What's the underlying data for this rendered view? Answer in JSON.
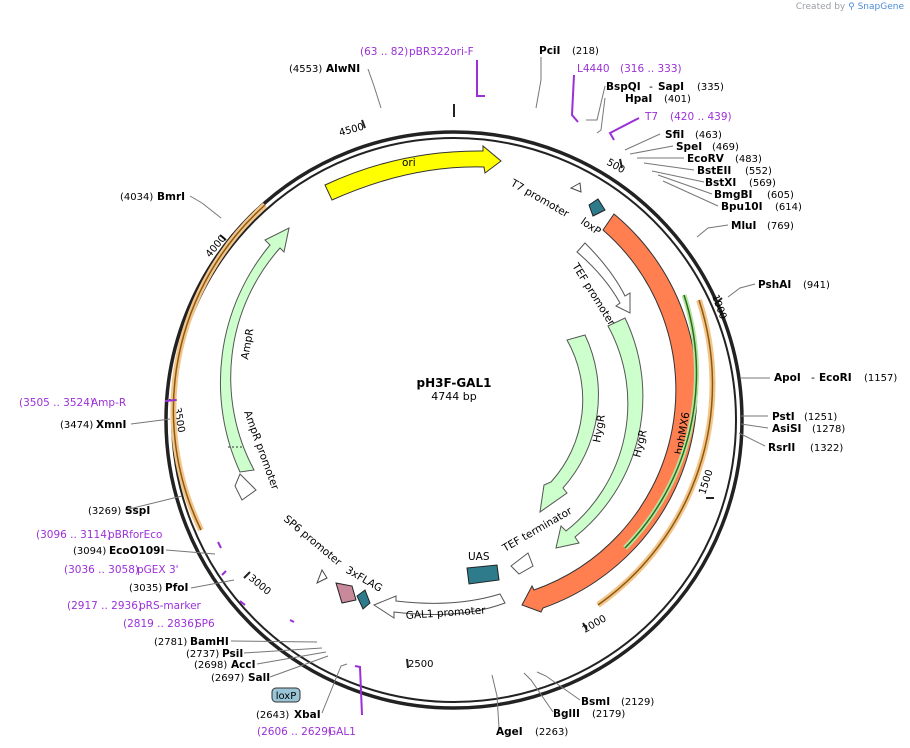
{
  "credit": {
    "prefix": "Created by",
    "brand": "SnapGene"
  },
  "plasmid": {
    "name": "pH3F-GAL1",
    "length": "4744 bp",
    "total_bp": 4744
  },
  "colors": {
    "ori": "#ffff00",
    "hph": "#ff7f50",
    "green_arrow": "#ccffcc",
    "teal": "#2e7b8c",
    "pink": "#c8899a",
    "orange_line": "#c8860a",
    "primer": "#9b30d9"
  },
  "ticks": [
    "500",
    "1000",
    "1500",
    "2000",
    "2500",
    "3000",
    "3500",
    "4000",
    "4500"
  ],
  "enzymes": [
    {
      "name": "PciI",
      "pos": "(218)"
    },
    {
      "name": "BspQI",
      "name2": "SapI",
      "pos": "(335)"
    },
    {
      "name": "HpaI",
      "pos": "(401)"
    },
    {
      "name": "SfiI",
      "pos": "(463)"
    },
    {
      "name": "SpeI",
      "pos": "(469)"
    },
    {
      "name": "EcoRV",
      "pos": "(483)"
    },
    {
      "name": "BstEII",
      "pos": "(552)"
    },
    {
      "name": "BstXI",
      "pos": "(569)"
    },
    {
      "name": "BmgBI",
      "pos": "(605)"
    },
    {
      "name": "Bpu10I",
      "pos": "(614)"
    },
    {
      "name": "MluI",
      "pos": "(769)"
    },
    {
      "name": "PshAI",
      "pos": "(941)"
    },
    {
      "name": "ApoI",
      "name2": "EcoRI",
      "pos": "(1157)"
    },
    {
      "name": "PstI",
      "pos": "(1251)"
    },
    {
      "name": "AsiSI",
      "pos": "(1278)"
    },
    {
      "name": "RsrII",
      "pos": "(1322)"
    },
    {
      "name": "BsmI",
      "pos": "(2129)"
    },
    {
      "name": "BglII",
      "pos": "(2179)"
    },
    {
      "name": "AgeI",
      "pos": "(2263)"
    },
    {
      "name": "XbaI",
      "pos": "(2643)"
    },
    {
      "name": "SalI",
      "pos": "(2697)"
    },
    {
      "name": "AccI",
      "pos": "(2698)"
    },
    {
      "name": "PsiI",
      "pos": "(2737)"
    },
    {
      "name": "BamHI",
      "pos": "(2781)"
    },
    {
      "name": "PfoI",
      "pos": "(3035)"
    },
    {
      "name": "EcoO109I",
      "pos": "(3094)"
    },
    {
      "name": "SspI",
      "pos": "(3269)"
    },
    {
      "name": "XmnI",
      "pos": "(3474)"
    },
    {
      "name": "BmrI",
      "pos": "(4034)"
    },
    {
      "name": "AlwNI",
      "pos": "(4553)"
    }
  ],
  "primers": [
    {
      "name": "pBR322ori-F",
      "range": "(63 .. 82)"
    },
    {
      "name": "L4440",
      "range": "(316 .. 333)"
    },
    {
      "name": "T7",
      "range": "(420 .. 439)"
    },
    {
      "name": "Amp-R",
      "range": "(3505 .. 3524)"
    },
    {
      "name": "pBRforEco",
      "range": "(3096 .. 3114)"
    },
    {
      "name": "pGEX 3'",
      "range": "(3036 .. 3058)"
    },
    {
      "name": "pRS-marker",
      "range": "(2917 .. 2936)"
    },
    {
      "name": "SP6",
      "range": "(2819 .. 2836)"
    },
    {
      "name": "GAL1",
      "range": "(2606 .. 2629)"
    }
  ],
  "features": {
    "ori": "ori",
    "t7_promoter": "T7 promoter",
    "loxp": "loxP",
    "tef_promoter": "TEF promoter",
    "hph": "hphMX6",
    "hygr_outer": "HygR",
    "hygr_inner": "HygR",
    "uas": "UAS",
    "tef_terminator": "TEF terminator",
    "gal1_promoter": "GAL1 promoter",
    "flag": "3xFLAG",
    "sp6_promoter": "SP6 promoter",
    "ampr": "AmpR",
    "ampr_promoter": "AmpR promoter",
    "loxp_box": "loxP"
  }
}
